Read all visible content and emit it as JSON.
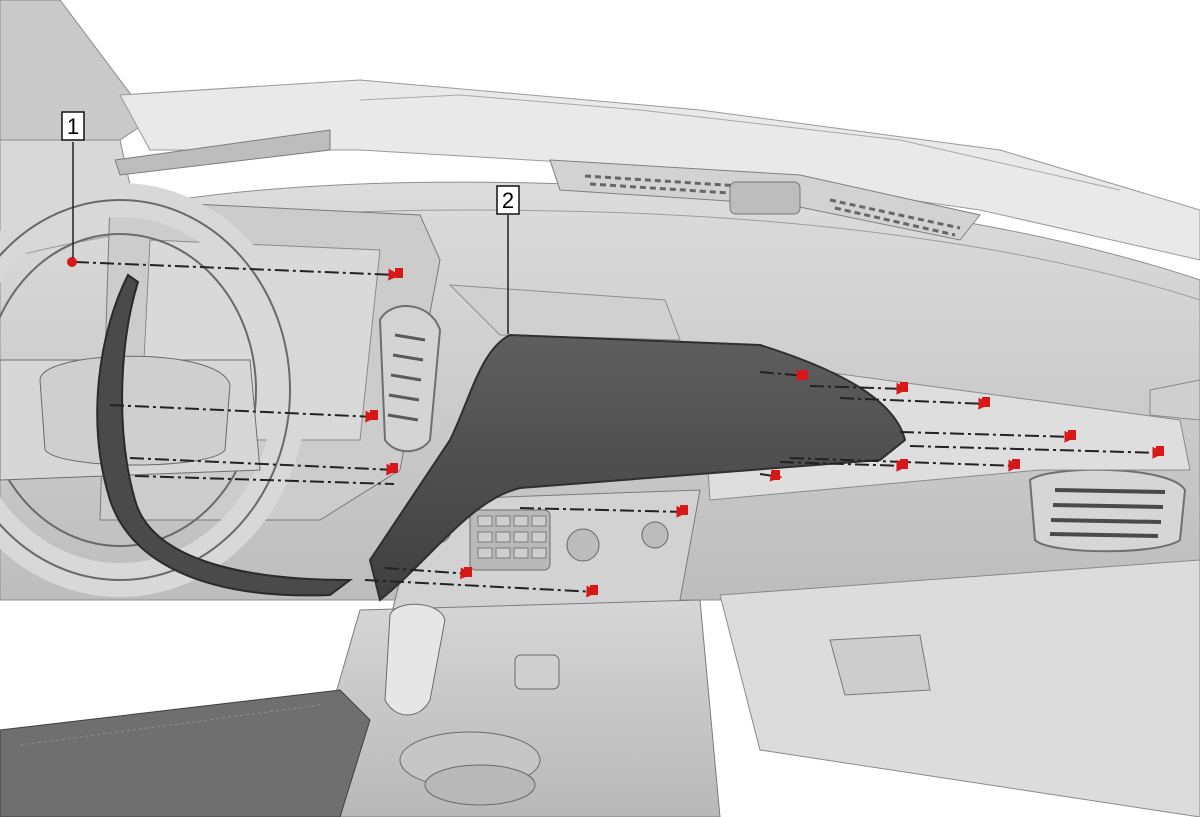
{
  "callouts": [
    {
      "id": "1",
      "label": "1"
    },
    {
      "id": "2",
      "label": "2"
    }
  ],
  "colors": {
    "body": "#e6e6e6",
    "body_dark": "#cfcfcf",
    "shadow": "#9c9c9c",
    "trim_dark": "#4f4f4f",
    "trim_mid": "#6a6a6a",
    "fastener": "#d81818",
    "leader": "#222222"
  }
}
